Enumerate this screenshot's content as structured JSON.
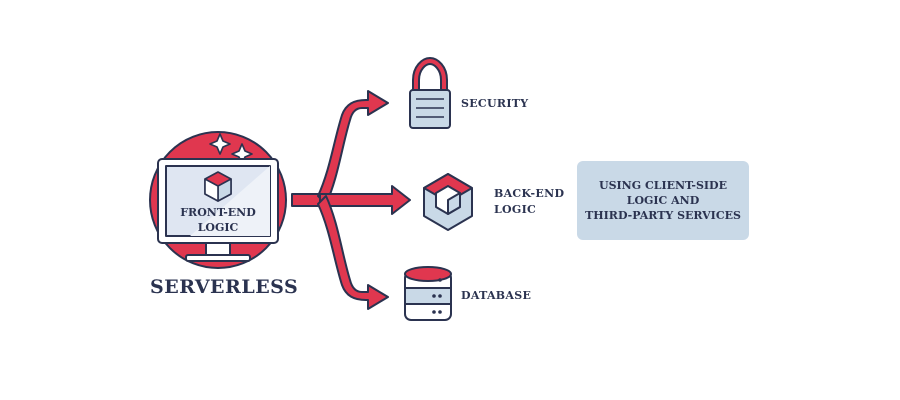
{
  "main_label": "SERVERLESS",
  "computer": {
    "line1": "FRONT-END",
    "line2": "LOGIC"
  },
  "branches": {
    "security": "SECURITY",
    "backend_line1": "BACK-END",
    "backend_line2": "LOGIC",
    "database": "DATABASE"
  },
  "info_box": {
    "line1": "USING CLIENT-SIDE",
    "line2": "LOGIC AND",
    "line3": "THIRD-PARTY SERVICES"
  },
  "colors": {
    "accent_red": "#e0374f",
    "outline_navy": "#2b3350",
    "light_blue": "#c9d9e7",
    "box_blue": "#c9d9e7"
  },
  "icons": [
    "sparkle-icon",
    "cube-icon",
    "padlock-icon",
    "hexagon-cube-icon",
    "database-icon"
  ]
}
